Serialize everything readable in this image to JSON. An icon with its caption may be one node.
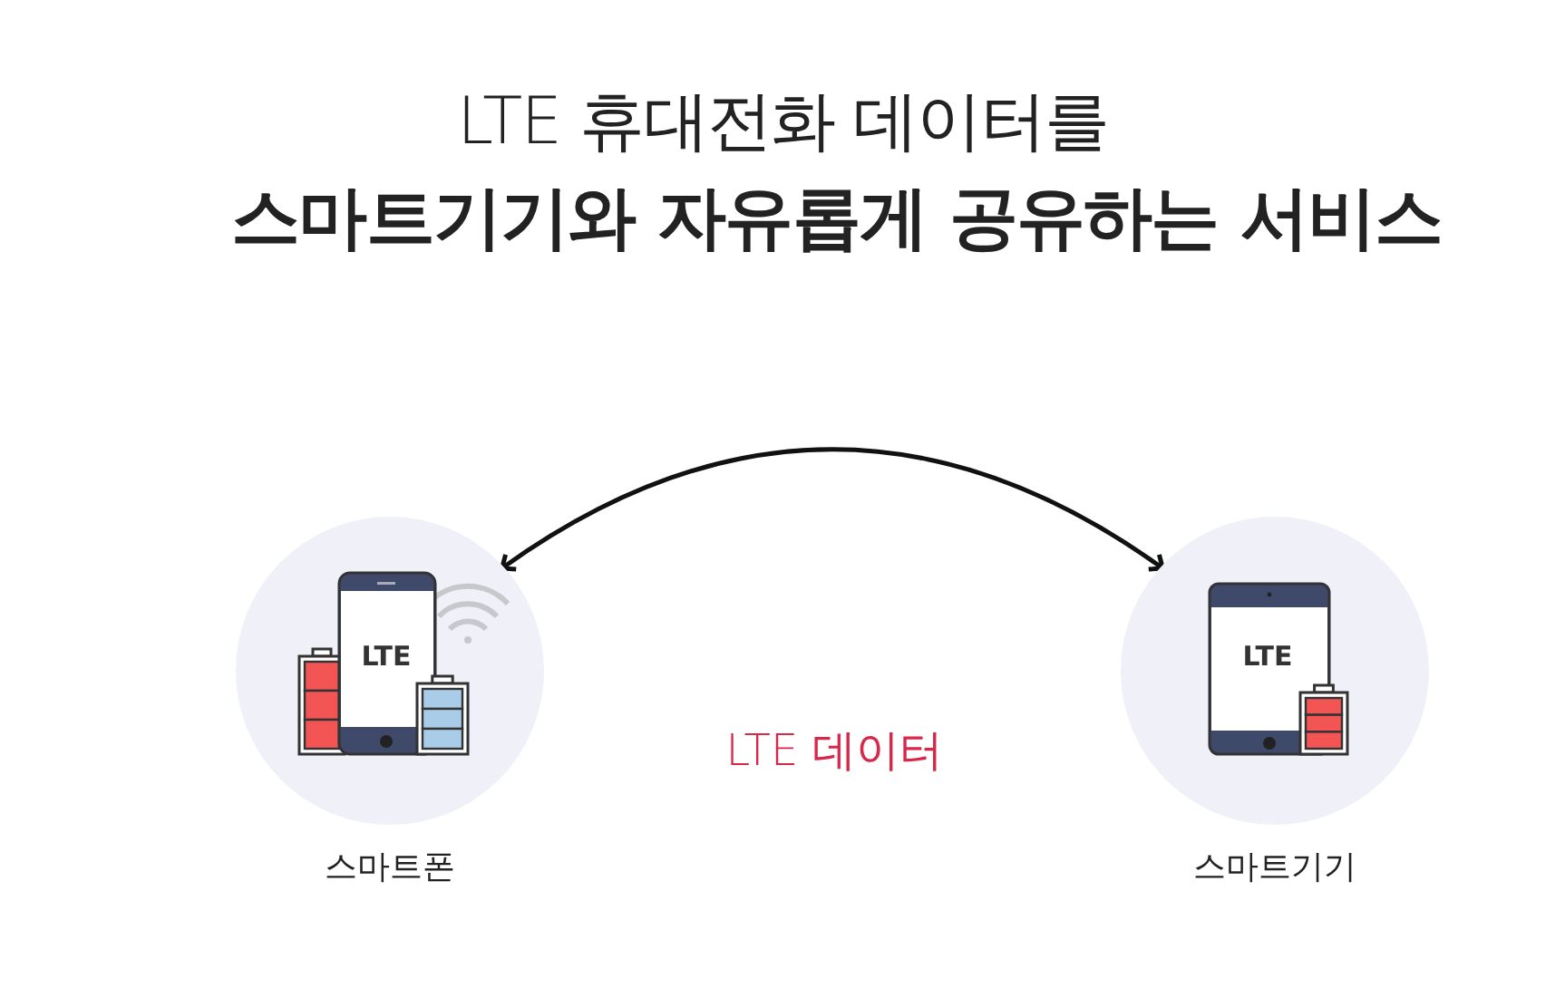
{
  "diagram": {
    "title": "LTE 휴대전화 데이터를 **스마트기기와 자유롭게 공유하는 서비스**",
    "nodes": [
      {
        "text": [
          "LTE"
        ],
        "beside": [
          "스마트폰"
        ]
      },
      {
        "text": [
          "LTE"
        ],
        "beside": [
          "스마트기기"
        ]
      }
    ],
    "edges": [
      {
        "from": 0,
        "to": 1,
        "arrow": "both"
      }
    ],
    "labels": [
      "LTE 데이터"
    ]
  }
}
